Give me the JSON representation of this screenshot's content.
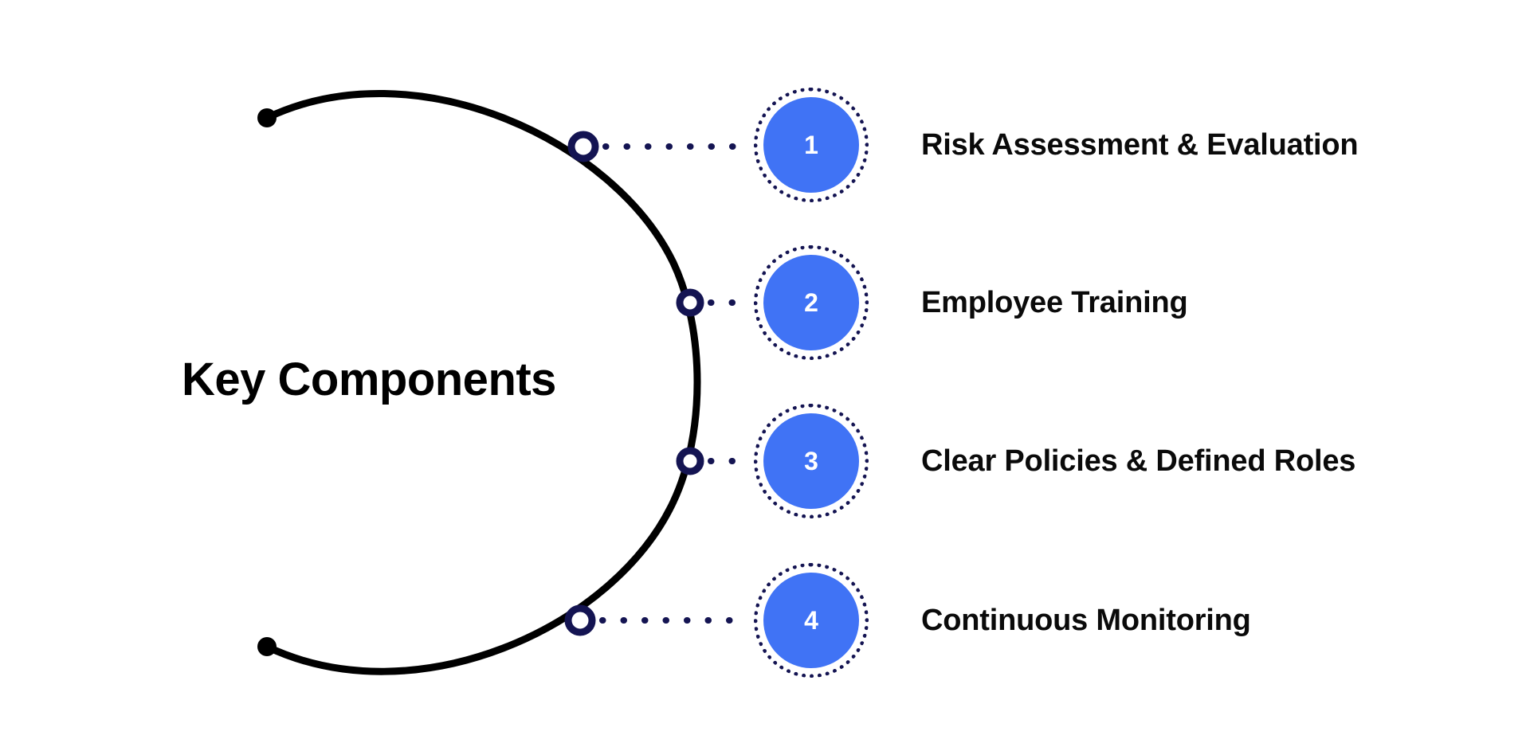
{
  "title": "Key Components",
  "colors": {
    "badge_fill": "#4073f5",
    "badge_ring_dots": "#141452",
    "connector_dots": "#141452",
    "arc_stroke": "#000000",
    "label_text": "#0a0a0a",
    "background": "#ffffff",
    "number_text": "#ffffff"
  },
  "steps": [
    {
      "number": "1",
      "label": "Risk Assessment & Evaluation"
    },
    {
      "number": "2",
      "label": "Employee Training"
    },
    {
      "number": "3",
      "label": "Clear Policies & Defined Roles"
    },
    {
      "number": "4",
      "label": "Continuous Monitoring"
    }
  ],
  "graphic": {
    "arc_name": "open-arc",
    "arc_endpoint_dots": 2,
    "connector_node_name": "arc-connector-node",
    "connector_line_name": "dotted-connector-line"
  }
}
